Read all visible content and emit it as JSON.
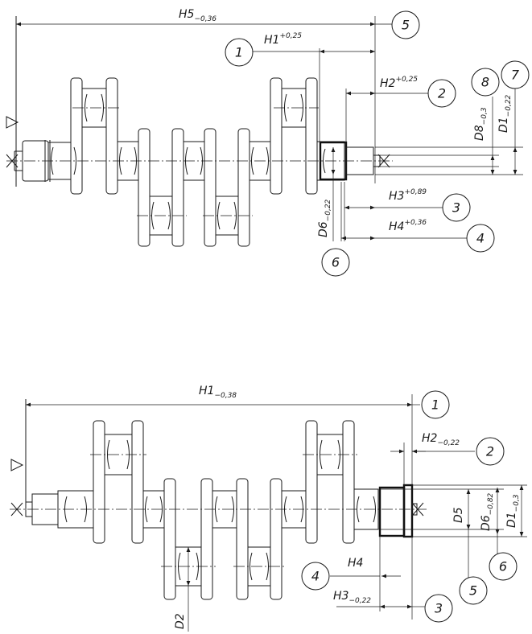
{
  "top": {
    "dims": [
      {
        "id": "H5",
        "base": "H5",
        "tol": "−0,36"
      },
      {
        "id": "H1",
        "base": "H1",
        "tol": "+0,25"
      },
      {
        "id": "H2",
        "base": "H2",
        "tol": "+0,25"
      },
      {
        "id": "H3",
        "base": "H3",
        "tol": "+0,89"
      },
      {
        "id": "H4",
        "base": "H4",
        "tol": "+0,36"
      },
      {
        "id": "D8",
        "base": "D8",
        "tol": "−0,3"
      },
      {
        "id": "D1",
        "base": "D1",
        "tol": "−0,22"
      },
      {
        "id": "D6",
        "base": "D6",
        "tol": "−0,22"
      }
    ],
    "bubbles": [
      "5",
      "1",
      "2",
      "8",
      "7",
      "3",
      "4",
      "6"
    ]
  },
  "bottom": {
    "dims": [
      {
        "id": "H1",
        "base": "H1",
        "tol": "−0,38"
      },
      {
        "id": "H2",
        "base": "H2",
        "tol": "−0,22"
      },
      {
        "id": "H4",
        "base": "H4",
        "tol": ""
      },
      {
        "id": "H3",
        "base": "H3",
        "tol": "−0,22"
      },
      {
        "id": "D5",
        "base": "D5",
        "tol": ""
      },
      {
        "id": "D6",
        "base": "D6",
        "tol": "−0,82"
      },
      {
        "id": "D1",
        "base": "D1",
        "tol": "−0,3"
      },
      {
        "id": "D2",
        "base": "D2",
        "tol": ""
      }
    ],
    "bubbles": [
      "1",
      "2",
      "4",
      "3",
      "5",
      "6"
    ]
  }
}
